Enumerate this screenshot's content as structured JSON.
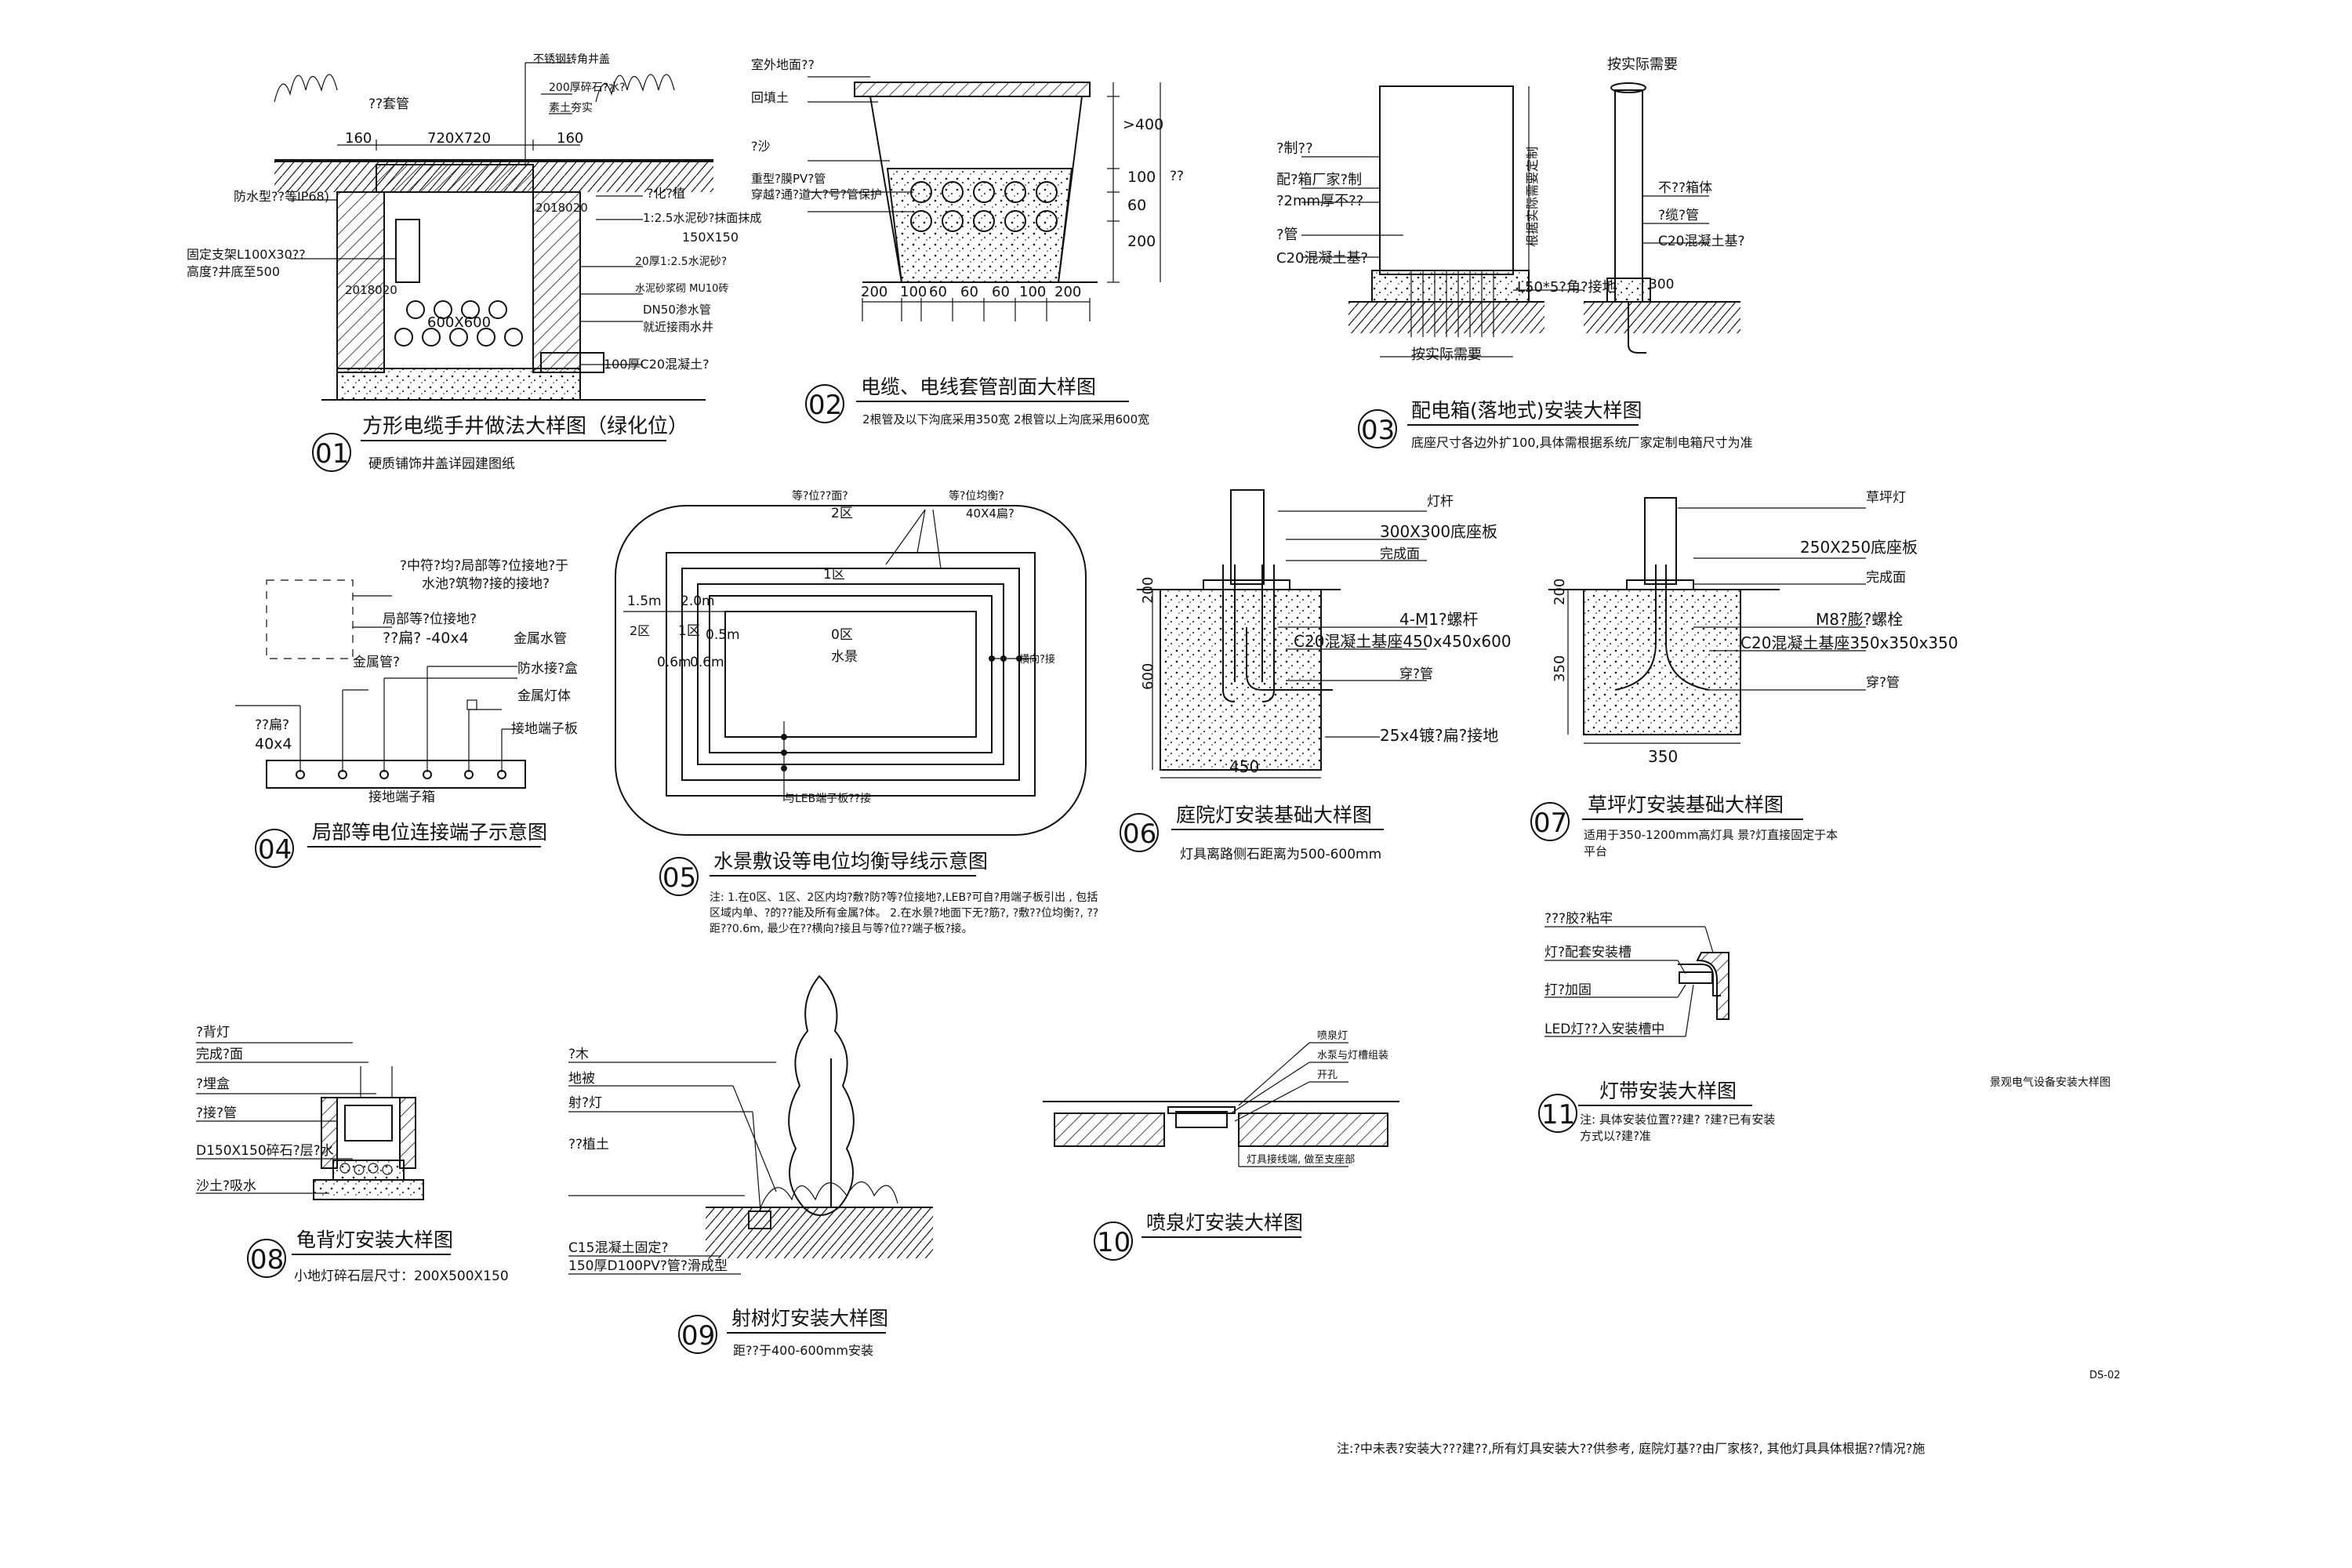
{
  "drawing_no": "DS-02",
  "sheet_title": "景观电气设备安装大样图",
  "general_note": "注:?中未表?安装大???建??,所有灯具安装大??供参考, 庭院灯基??由厂家核?, 其他灯具具体根据??情况?施",
  "details": [
    {
      "no": "01",
      "title": "方形电缆手井做法大样图（绿化位）",
      "subtitle": "硬质铺饰井盖详园建图纸",
      "labels": [
        "不锈钢转角井盖",
        "200厚碎石?水?",
        "素土夯实",
        "??套管",
        "160",
        "720X720",
        "160",
        "防水型??等IP68)",
        "?化?植",
        "1:2.5水泥砂?抹面抹成",
        "150X150",
        "固定支架L100X30??",
        "高度?井底至500",
        "2018020",
        "20厚1:2.5水泥砂?",
        "水泥砂浆砌 MU10砖",
        "600X600",
        "DN50渗水管",
        "就近接雨水井",
        "100厚C20混凝土?",
        "2018020"
      ]
    },
    {
      "no": "02",
      "title": "电缆、电线套管剖面大样图",
      "subtitle": "2根管及以下沟底采用350宽  2根管以上沟底采用600宽",
      "labels": [
        "室外地面??",
        "回填土",
        "?沙",
        "重型?膜PV?管",
        "穿越?通?道大?号?管保护",
        ">400",
        "100",
        "60",
        "200",
        "??",
        "200",
        "100",
        "60",
        "60",
        "60",
        "100",
        "200"
      ]
    },
    {
      "no": "03",
      "title": "配电箱(落地式)安装大样图",
      "subtitle": "底座尺寸各边外扩100,具体需根据系统厂家定制电箱尺寸为准",
      "labels": [
        "按实际需要",
        "?制??",
        "配?箱厂家?制",
        "?2mm厚不??",
        "?管",
        "C20混凝土基?",
        "按实际需要",
        "L50*5?角?接地",
        "根据实际需要定制",
        "不??箱体",
        "?缆?管",
        "C20混凝土基?",
        "300"
      ]
    },
    {
      "no": "04",
      "title": "局部等电位连接端子示意图",
      "subtitle": "",
      "labels": [
        "?中符?均?局部等?位接地?于",
        "水池?筑物?接的接地?",
        "局部等?位接地?",
        "??扁? -40x4",
        "金属水管",
        "金属管?",
        "防水接?盒",
        "金属灯体",
        "??扁?",
        "40x4",
        "接地端子板",
        "接地端子箱"
      ]
    },
    {
      "no": "05",
      "title": "水景敷设等电位均衡导线示意图",
      "subtitle": "注: 1.在0区、1区、2区内均?敷?防?等?位接地?,LEB?可自?用端子板引出 , 包括区域内单、?的??能及所有金属?体。 2.在水景?地面下无?筋?, ?敷??位均衡?, ??距??0.6m, 最少在??横向?接且与等?位??端子板?接。",
      "labels": [
        "等?位??面?",
        "2区",
        "等?位均衡?",
        "40X4扁?",
        "1区",
        "1.5m",
        "2.0m",
        "2区",
        "1区",
        "0.5m",
        "0.6m",
        "0.6m",
        "0区",
        "水景",
        "横向?接",
        "与LEB端子板??接"
      ]
    },
    {
      "no": "06",
      "title": "庭院灯安装基础大样图",
      "subtitle": "灯具离路侧石距离为500-600mm",
      "labels": [
        "灯杆",
        "300X300底座板",
        "完成面",
        "4-M1?螺杆",
        "C20混凝土基座450x450x600",
        "穿?管",
        "25x4镀?扁?接地",
        "200",
        "600",
        "450"
      ]
    },
    {
      "no": "07",
      "title": "草坪灯安装基础大样图",
      "subtitle": "适用于350-1200mm高灯具 景?灯直接固定于本平台",
      "labels": [
        "草坪灯",
        "250X250底座板",
        "完成面",
        "M8?膨?螺栓",
        "C20混凝土基座350x350x350",
        "穿?管",
        "200",
        "350",
        "350"
      ]
    },
    {
      "no": "08",
      "title": "龟背灯安装大样图",
      "subtitle": "小地灯碎石层尺寸：200X500X150",
      "labels": [
        "?背灯",
        "完成?面",
        "?埋盒",
        "?接?管",
        "D150X150碎石?层?水",
        "沙土?吸水"
      ]
    },
    {
      "no": "09",
      "title": "射树灯安装大样图",
      "subtitle": "距??于400-600mm安装",
      "labels": [
        "?木",
        "地被",
        "射?灯",
        "??植土",
        "C15混凝土固定?",
        "150厚D100PV?管?滑成型"
      ]
    },
    {
      "no": "10",
      "title": "喷泉灯安装大样图",
      "subtitle": "",
      "labels": [
        "喷泉灯",
        "水泵与灯槽组装",
        "开孔",
        "灯具接线端, 做至支座部"
      ]
    },
    {
      "no": "11",
      "title": "灯带安装大样图",
      "subtitle": "注: 具体安装位置??建? ?建?已有安装方式以?建?准",
      "labels": [
        "???胶?粘牢",
        "灯?配套安装槽",
        "打?加固",
        "LED灯??入安装槽中"
      ]
    }
  ]
}
